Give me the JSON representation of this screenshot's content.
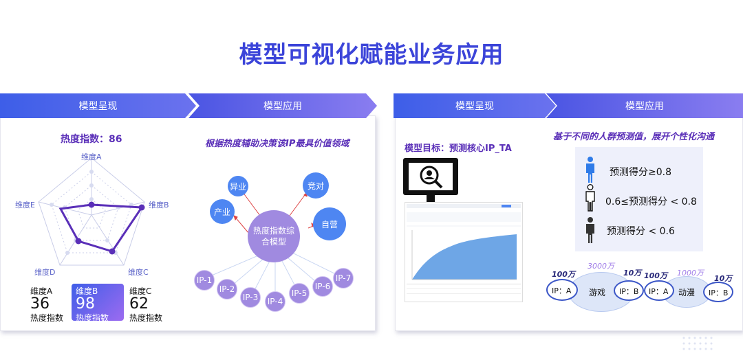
{
  "title": "模型可视化赋能业务应用",
  "left_card": {
    "banner1": "模型呈现",
    "banner2": "模型应用",
    "heat_index_label": "热度指数：86",
    "radar_axes": [
      "维度A",
      "维度B",
      "维度C",
      "维度D",
      "维度E"
    ],
    "stats": [
      {
        "name": "维度A",
        "value": "36",
        "sub": "热度指数"
      },
      {
        "name": "维度B",
        "value": "98",
        "sub": "热度指数"
      },
      {
        "name": "维度C",
        "value": "62",
        "sub": "热度指数"
      }
    ],
    "app_subtitle": "根据热度辅助决策该IP最具价值领域",
    "center_node": "热度指数综合模型",
    "nodes": {
      "yiye": "异业",
      "jingdui": "竞对",
      "chanye": "产业",
      "ziying": "自营"
    },
    "ip_nodes": [
      "IP-1",
      "IP-2",
      "IP-3",
      "IP-4",
      "IP-5",
      "IP-6",
      "IP-7"
    ]
  },
  "right_card": {
    "banner1": "模型呈现",
    "banner2": "模型应用",
    "model_target": "模型目标：预测核心IP_TA",
    "app_subtitle": "基于不同的人群预测值，展开个性化沟通",
    "legend": [
      {
        "label": "预测得分≥0.8",
        "color": "#2f7be8"
      },
      {
        "label": "0.6≤预测得分 < 0.8",
        "color": "#ffffff"
      },
      {
        "label": "预测得分 < 0.6",
        "color": "#333333"
      }
    ],
    "groups": [
      {
        "center": "游戏",
        "left_node": "IP：A",
        "right_node": "IP：B",
        "left_val": "100万",
        "center_val": "3000万",
        "right_val": "10万"
      },
      {
        "center": "动漫",
        "left_node": "IP：A",
        "right_node": "IP：B",
        "left_val": "100万",
        "center_val": "1000万",
        "right_val": "10万"
      }
    ]
  }
}
